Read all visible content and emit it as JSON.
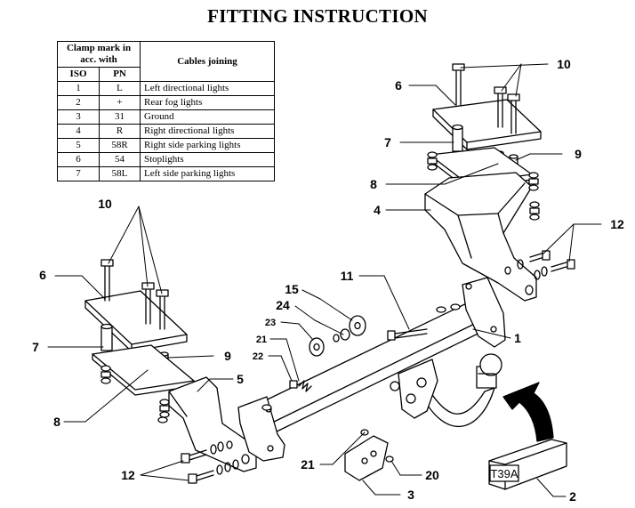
{
  "title": "FITTING INSTRUCTION",
  "table": {
    "header_clamp": "Clamp mark in acc. with",
    "header_cables": "Cables joining",
    "header_iso": "ISO",
    "header_pn": "PN",
    "rows": [
      {
        "iso": "1",
        "pn": "L",
        "desc": "Left directional lights"
      },
      {
        "iso": "2",
        "pn": "+",
        "desc": "Rear fog lights"
      },
      {
        "iso": "3",
        "pn": "31",
        "desc": "Ground"
      },
      {
        "iso": "4",
        "pn": "R",
        "desc": "Right directional lights"
      },
      {
        "iso": "5",
        "pn": "58R",
        "desc": "Right side parking lights"
      },
      {
        "iso": "6",
        "pn": "54",
        "desc": "Stoplights"
      },
      {
        "iso": "7",
        "pn": "58L",
        "desc": "Left side parking lights"
      }
    ]
  },
  "plate_text": "T39A",
  "labels": {
    "n1": "1",
    "n2": "2",
    "n3": "3",
    "n4": "4",
    "n5": "5",
    "n6": "6",
    "n7": "7",
    "n8": "8",
    "n9": "9",
    "n10": "10",
    "n11": "11",
    "n12": "12",
    "n15": "15",
    "n20": "20",
    "n21": "21",
    "n22": "22",
    "n23": "23",
    "n24": "24"
  }
}
